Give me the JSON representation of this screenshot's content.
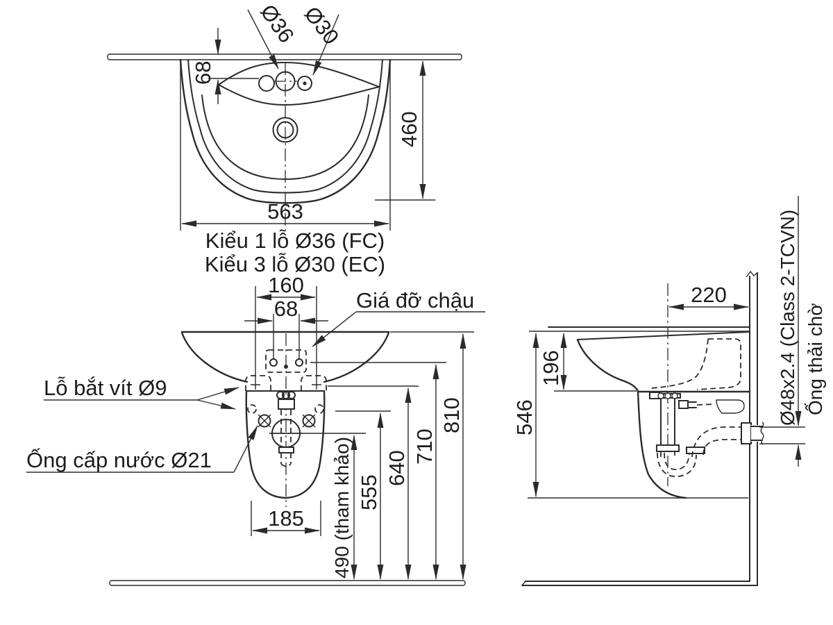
{
  "drawing": {
    "background": "#ffffff",
    "line_color": "#2b2b2b",
    "top_view": {
      "hole_label_1": "Ø36",
      "hole_label_2": "Ø30",
      "dim_hole_offset": "68",
      "dim_depth": "460",
      "dim_width": "563",
      "note_line_1": "Kiểu 1 lỗ Ø36 (FC)",
      "note_line_2": "Kiểu 3 lỗ Ø30 (EC)"
    },
    "front_view": {
      "dim_bracket_width": "160",
      "dim_bracket_holes": "68",
      "label_bracket": "Giá đỡ chậu",
      "label_screw_holes": "Lỗ bắt vít Ø9",
      "label_supply": "Ống cấp nước Ø21",
      "dim_pedestal_width": "185",
      "dim_supply_height": "490 (tham khảo)",
      "dim_555": "555",
      "dim_640": "640",
      "dim_710": "710",
      "dim_rim_height": "810"
    },
    "side_view": {
      "dim_depth_to_wall": "220",
      "dim_basin_thickness": "196",
      "dim_546": "546",
      "label_pipe_spec": "Ø48x2.4 (Class 2-TCVN)",
      "label_drain": "Ống thải chờ"
    }
  }
}
